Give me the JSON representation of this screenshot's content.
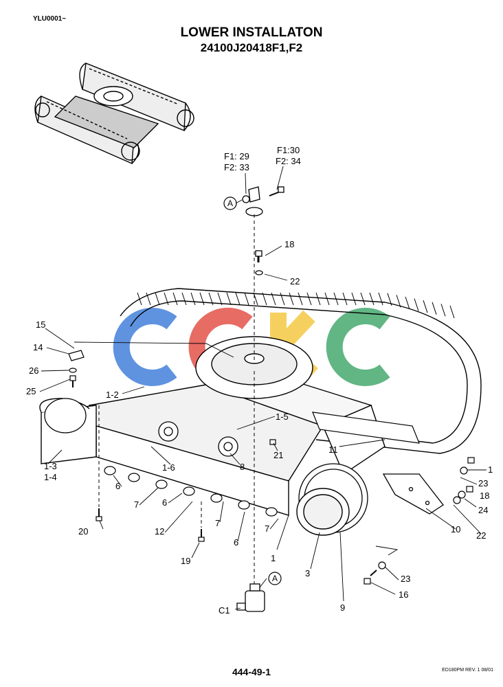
{
  "header": {
    "serial": "YLU0001~",
    "title": "LOWER INSTALLATON",
    "subtitle": "24100J20418F1,F2"
  },
  "footer": {
    "page_number": "444-49-1",
    "doc_ref": "ED180PM REV. 1 08/01"
  },
  "callouts": [
    {
      "key": "f1_29",
      "text": "F1: 29"
    },
    {
      "key": "f2_33",
      "text": "F2: 33"
    },
    {
      "key": "f1_30",
      "text": "F1:30"
    },
    {
      "key": "f2_34",
      "text": "F2: 34"
    },
    {
      "key": "ref_a_top",
      "text": "A"
    },
    {
      "key": "ref_a_bottom",
      "text": "A"
    },
    {
      "key": "p18_top",
      "text": "18"
    },
    {
      "key": "p22_top",
      "text": "22"
    },
    {
      "key": "p15",
      "text": "15"
    },
    {
      "key": "p14",
      "text": "14"
    },
    {
      "key": "p26",
      "text": "26"
    },
    {
      "key": "p25",
      "text": "25"
    },
    {
      "key": "p1_2",
      "text": "1-2"
    },
    {
      "key": "p1_5",
      "text": "1-5"
    },
    {
      "key": "p21",
      "text": "21"
    },
    {
      "key": "p11",
      "text": "11"
    },
    {
      "key": "p1_right",
      "text": "1"
    },
    {
      "key": "p23_right",
      "text": "23"
    },
    {
      "key": "p18_right",
      "text": "18"
    },
    {
      "key": "p24",
      "text": "24"
    },
    {
      "key": "p22_right",
      "text": "22"
    },
    {
      "key": "p10",
      "text": "10"
    },
    {
      "key": "p1_3",
      "text": "1-3"
    },
    {
      "key": "p1_4",
      "text": "1-4"
    },
    {
      "key": "p1_6",
      "text": "1-6"
    },
    {
      "key": "p8",
      "text": "8"
    },
    {
      "key": "p6_a",
      "text": "6"
    },
    {
      "key": "p7_a",
      "text": "7"
    },
    {
      "key": "p6_b",
      "text": "6"
    },
    {
      "key": "p12",
      "text": "12"
    },
    {
      "key": "p7_b",
      "text": "7"
    },
    {
      "key": "p7_c",
      "text": "7"
    },
    {
      "key": "p6_c",
      "text": "6"
    },
    {
      "key": "p20",
      "text": "20"
    },
    {
      "key": "p19",
      "text": "19"
    },
    {
      "key": "p1_bottom",
      "text": "1"
    },
    {
      "key": "p3",
      "text": "3"
    },
    {
      "key": "p9",
      "text": "9"
    },
    {
      "key": "p23_bottom",
      "text": "23"
    },
    {
      "key": "p16",
      "text": "16"
    },
    {
      "key": "c1",
      "text": "C1"
    }
  ],
  "watermark": {
    "letters": [
      "C",
      "G",
      "K",
      "C"
    ],
    "colors": [
      "#2a6fd6",
      "#e03c31",
      "#f3c12a",
      "#2e9e5b"
    ]
  },
  "colors": {
    "line": "#000000",
    "shade": "#d9d9d9"
  }
}
